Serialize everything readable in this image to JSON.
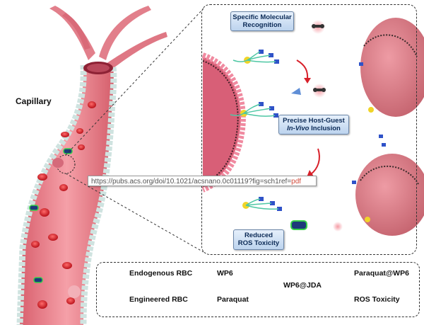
{
  "capillary_label": "Capillary",
  "boxes": {
    "specific_recognition": [
      "Specific Molecular",
      "Recognition"
    ],
    "host_guest_line1": "Precise Host-Guest",
    "host_guest_line2_italic": "In-Vivo",
    "host_guest_line2_rest": " Inclusion",
    "reduced_ros": [
      "Reduced",
      "ROS Toxicity"
    ]
  },
  "url_bar": {
    "text": "https://pubs.acs.org/doi/10.1021/acsnano.0c01119?fig=sch1ref=",
    "suffix": "pdf"
  },
  "legend": {
    "endogenous_rbc": "Endogenous RBC",
    "engineered_rbc": "Engineered RBC",
    "wp6": "WP6",
    "paraquat": "Paraquat",
    "wp6_jda": "WP6@JDA",
    "paraquat_wp6": "Paraquat@WP6",
    "ros_toxicity": "ROS Toxicity"
  },
  "colors": {
    "vessel": "#e9848e",
    "rbc": "#e0242a",
    "wp6": "#2f52c8",
    "membrane": "#d9607a",
    "arrow": "#d8202a",
    "ros": "#f6b6bd"
  }
}
